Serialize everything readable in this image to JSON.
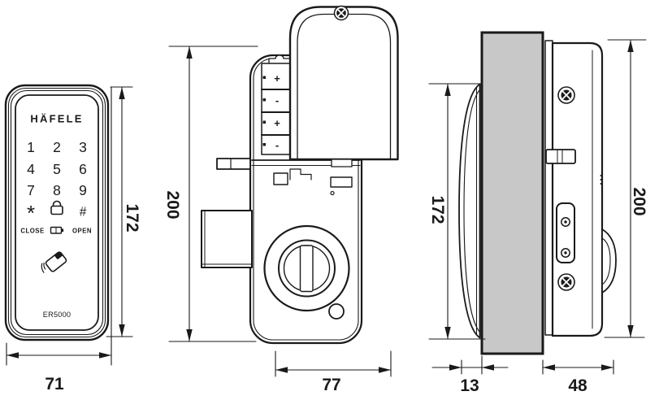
{
  "drawing": {
    "brand": "HÄFELE",
    "model": "ER5000",
    "views": {
      "front": {
        "keys": [
          "1",
          "2",
          "3",
          "4",
          "5",
          "6",
          "7",
          "8",
          "9"
        ],
        "star": "*",
        "hash": "#",
        "close_label": "CLOSE",
        "open_label": "OPEN",
        "dim_width": "71",
        "dim_height": "172"
      },
      "exploded": {
        "battery_marks": [
          "+",
          "-",
          "+",
          "-"
        ],
        "dim_height": "200",
        "dim_width": "77"
      },
      "side": {
        "dim_front_height": "172",
        "dim_body_height": "200",
        "dim_front_depth": "13",
        "dim_body_depth": "48"
      }
    },
    "colors": {
      "line": "#1a1a1a",
      "door_fill": "#c8c8c8",
      "background": "#ffffff"
    }
  }
}
